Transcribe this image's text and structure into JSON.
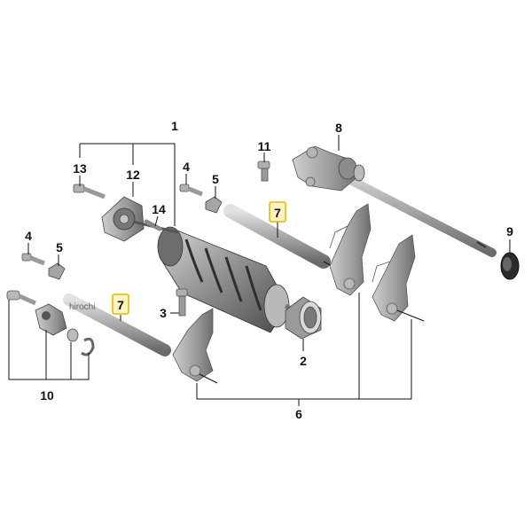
{
  "callouts": {
    "c1": "1",
    "c2": "2",
    "c3": "3",
    "c4a": "4",
    "c4b": "4",
    "c5a": "5",
    "c5b": "5",
    "c6": "6",
    "c7a": "7",
    "c7b": "7",
    "c8": "8",
    "c9": "9",
    "c10": "10",
    "c11": "11",
    "c12": "12",
    "c13": "13",
    "c14": "14"
  },
  "watermark": "hirochi",
  "colors": {
    "highlight_border": "#e8b800",
    "highlight_fill": "#fff4c2",
    "metal": "#9a9a9a",
    "dark_metal": "#4a4a4a"
  }
}
